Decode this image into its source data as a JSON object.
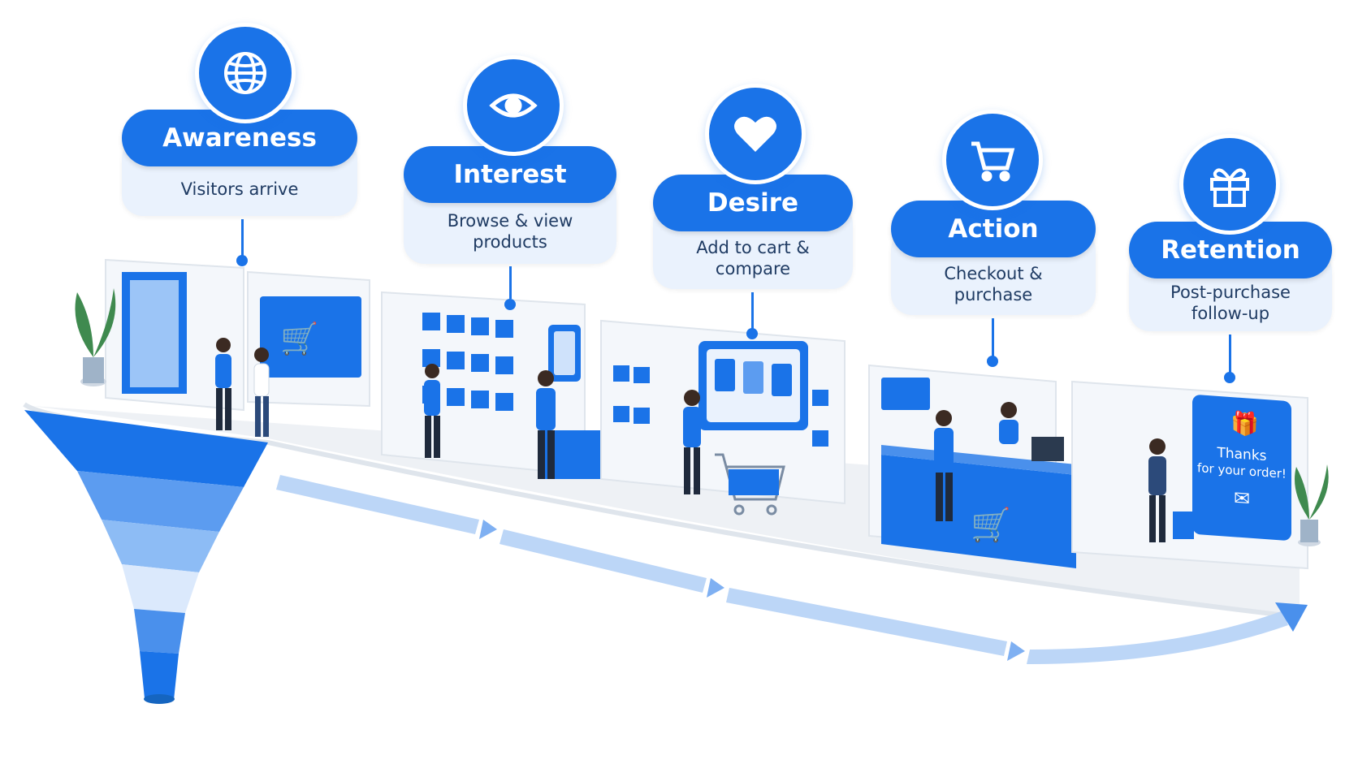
{
  "stages": [
    {
      "title": "Awareness",
      "description": "Visitors arrive",
      "icon": "globe-icon"
    },
    {
      "title": "Interest",
      "description": "Browse & view products",
      "icon": "eye-icon"
    },
    {
      "title": "Desire",
      "description": "Add to cart & compare",
      "icon": "heart-icon"
    },
    {
      "title": "Action",
      "description": "Checkout & purchase",
      "icon": "shopping-cart-icon"
    },
    {
      "title": "Retention",
      "description": "Post-purchase follow-up",
      "icon": "gift-icon"
    }
  ],
  "retention_sign": {
    "line1": "Thanks",
    "line2": "for your order!"
  },
  "colors": {
    "primary": "#1a73e8",
    "light": "#eaf2fd",
    "floor": "#eef1f5",
    "arrow": "#bcd6f7"
  }
}
